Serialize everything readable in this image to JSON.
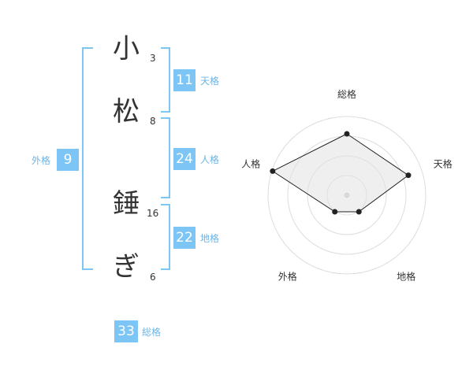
{
  "name": {
    "chars": [
      {
        "char": "小",
        "strokes": "3"
      },
      {
        "char": "松",
        "strokes": "8"
      },
      {
        "char": "錘",
        "strokes": "16"
      },
      {
        "char": "ぎ",
        "strokes": "6"
      }
    ]
  },
  "kakusu": {
    "gaikaku": {
      "value": "9",
      "label": "外格"
    },
    "tenkaku": {
      "value": "11",
      "label": "天格"
    },
    "jinkaku": {
      "value": "24",
      "label": "人格"
    },
    "chikaku": {
      "value": "22",
      "label": "地格"
    },
    "soukaku": {
      "value": "33",
      "label": "総格"
    }
  },
  "colors": {
    "accent": "#7cc5f4",
    "label": "#6cb5e6",
    "text": "#333333"
  },
  "chart_data": {
    "type": "radar",
    "axes": [
      "総格",
      "天格",
      "地格",
      "外格",
      "人格"
    ],
    "values": [
      0.78,
      0.82,
      0.26,
      0.26,
      0.99
    ],
    "rings": 4,
    "range": [
      0,
      1
    ]
  }
}
